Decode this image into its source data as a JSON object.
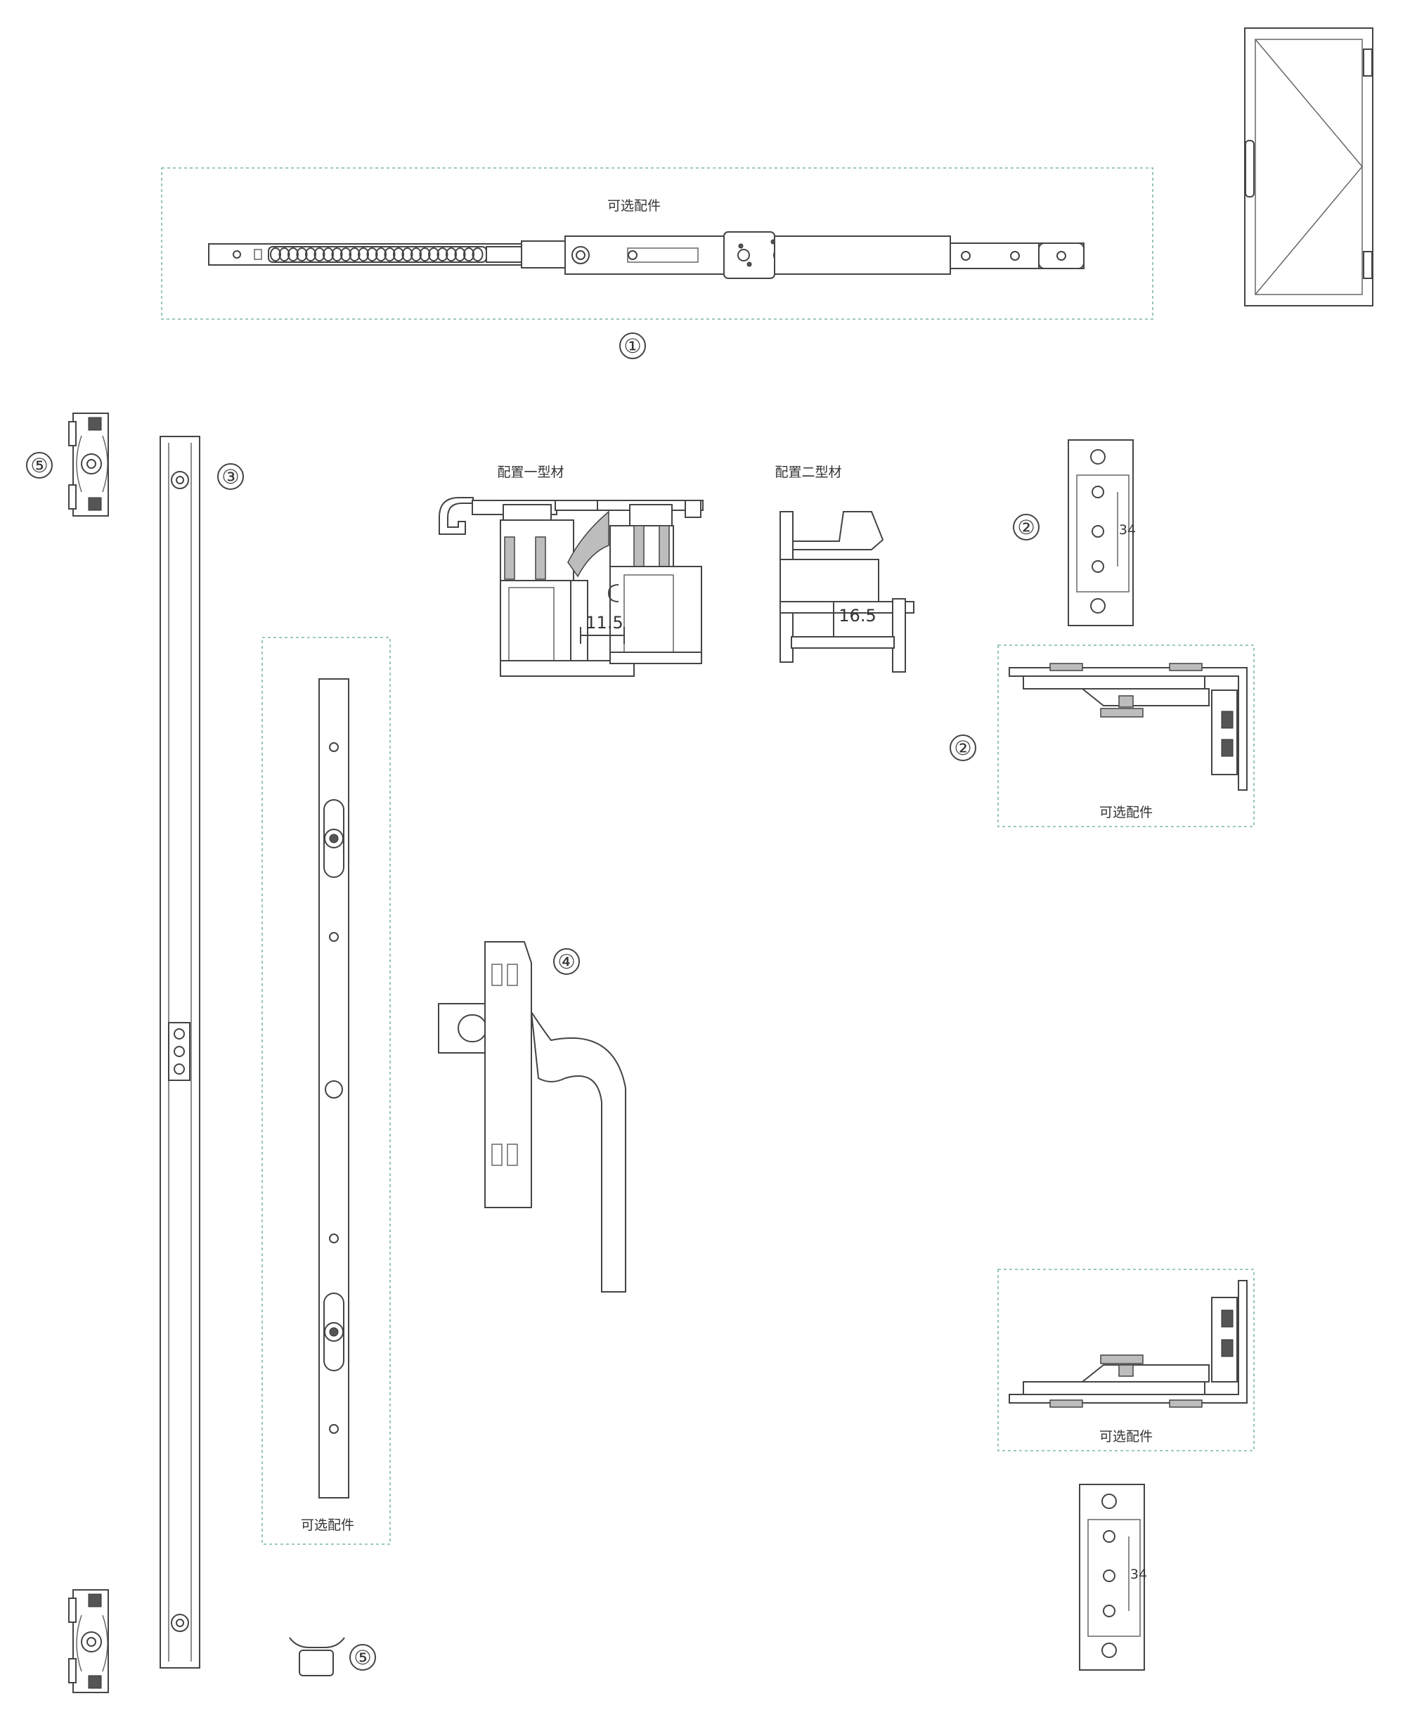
{
  "labels": {
    "optional_accessory": "可选配件",
    "profile_config_1": "配置一型材",
    "profile_config_2": "配置二型材",
    "dimension_1": "11.5",
    "dimension_2": "16.5",
    "hinge_dim": "34"
  },
  "callouts": {
    "n1": "①",
    "n2": "②",
    "n3": "③",
    "n4": "④",
    "n5": "⑤"
  }
}
